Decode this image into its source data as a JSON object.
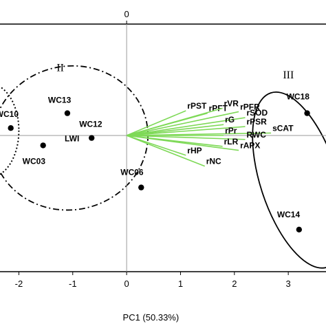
{
  "chart_data": {
    "type": "scatter",
    "title": "",
    "xlabel": "PC1 (50.33%)",
    "ylabel": "",
    "top_tick_label": "0",
    "xlim": [
      -2.35,
      3.7
    ],
    "ylim": [
      -2.75,
      2.25
    ],
    "x_ticks": [
      -2,
      -1,
      0,
      1,
      2,
      3
    ],
    "grid": false,
    "points": [
      {
        "label": "WC10",
        "x": -2.15,
        "y": 0.15
      },
      {
        "label": "WC03",
        "x": -1.55,
        "y": -0.2
      },
      {
        "label": "WC13",
        "x": -1.1,
        "y": 0.45
      },
      {
        "label": "WC12",
        "x": -0.65,
        "y": -0.05
      },
      {
        "label": "WC06",
        "x": 0.27,
        "y": -1.05
      },
      {
        "label": "WC18",
        "x": 3.35,
        "y": 0.45
      },
      {
        "label": "WC14",
        "x": 3.2,
        "y": -1.9
      }
    ],
    "loadings": [
      {
        "label": "rPST",
        "x": 1.1,
        "y": 0.5
      },
      {
        "label": "rPFT",
        "x": 1.5,
        "y": 0.45
      },
      {
        "label": "rVR",
        "x": 1.78,
        "y": 0.55
      },
      {
        "label": "rPFR",
        "x": 2.08,
        "y": 0.48
      },
      {
        "label": "rSOD",
        "x": 2.2,
        "y": 0.36
      },
      {
        "label": "rG",
        "x": 1.8,
        "y": 0.22
      },
      {
        "label": "rPSR",
        "x": 2.2,
        "y": 0.18
      },
      {
        "label": "sCAT",
        "x": 2.68,
        "y": 0.05
      },
      {
        "label": "rPr",
        "x": 1.8,
        "y": 0.0
      },
      {
        "label": "RWC",
        "x": 2.2,
        "y": -0.08
      },
      {
        "label": "rLR",
        "x": 1.78,
        "y": -0.22
      },
      {
        "label": "rAPX",
        "x": 2.08,
        "y": -0.3
      },
      {
        "label": "rHP",
        "x": 1.1,
        "y": -0.4
      },
      {
        "label": "rNC",
        "x": 1.45,
        "y": -0.62
      }
    ],
    "groups": [
      {
        "label": "II",
        "cx": -1.05,
        "cy": -0.05,
        "rx": 1.45,
        "ry": 1.45,
        "rot": -12,
        "style": "dashdot",
        "label_x": -1.3,
        "label_y": 1.3
      },
      {
        "label": "III",
        "cx": 3.2,
        "cy": -0.9,
        "rx": 0.72,
        "ry": 1.85,
        "rot": -18,
        "style": "solid",
        "label_x": 2.9,
        "label_y": 1.15
      },
      {
        "label": "",
        "cx": -2.55,
        "cy": 0.1,
        "rx": 0.55,
        "ry": 0.95,
        "rot": 0,
        "style": "dotted"
      }
    ],
    "colors": {
      "loadings": "#7ed957",
      "points": "#000000",
      "axes": "#000000"
    }
  }
}
